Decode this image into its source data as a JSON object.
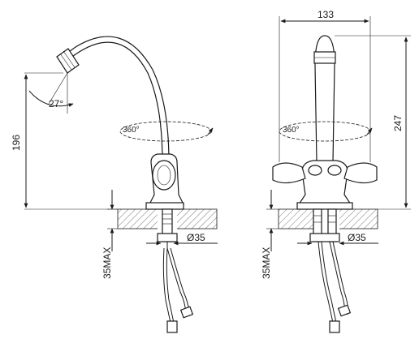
{
  "side_view": {
    "height_label": "196",
    "spout_angle_label": "27°",
    "rotation_label": "360°",
    "max_thickness_label": "35MAX",
    "hole_diameter_label": "Ø35"
  },
  "front_view": {
    "width_label": "133",
    "height_label": "247",
    "rotation_label": "360°",
    "max_thickness_label": "35MAX",
    "hole_diameter_label": "Ø35"
  }
}
